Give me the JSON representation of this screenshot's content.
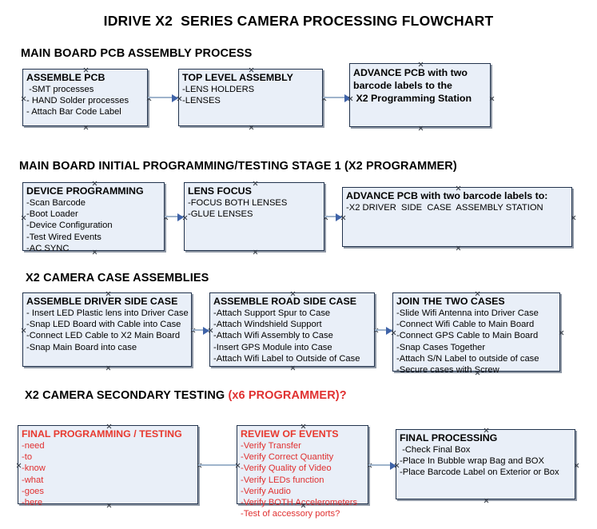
{
  "document": {
    "title": "IDRIVE X2  SERIES CAMERA PROCESSING FLOWCHART"
  },
  "sections": [
    {
      "heading": "MAIN BOARD PCB ASSEMBLY PROCESS",
      "heading_accent": "",
      "boxes": [
        {
          "title": "ASSEMBLE PCB",
          "lines": [
            " -SMT processes",
            "- HAND Solder processes",
            "- Attach Bar Code Label"
          ],
          "color": "black"
        },
        {
          "title": "TOP LEVEL ASSEMBLY",
          "lines": [
            "-LENS HOLDERS",
            "-LENSES"
          ],
          "color": "black"
        },
        {
          "title": "ADVANCE PCB with two",
          "title2": "barcode labels to the",
          "title3": " X2 Programming Station",
          "lines": [],
          "color": "black"
        }
      ]
    },
    {
      "heading": "MAIN BOARD INITIAL PROGRAMMING/TESTING STAGE 1 (X2 PROGRAMMER)",
      "heading_accent": "",
      "boxes": [
        {
          "title": "DEVICE PROGRAMMING",
          "lines": [
            "-Scan Barcode",
            "-Boot Loader",
            "-Device Configuration",
            "-Test Wired Events",
            "-AC SYNC"
          ],
          "color": "black"
        },
        {
          "title": "LENS FOCUS",
          "lines": [
            "-FOCUS BOTH LENSES",
            "-GLUE LENSES"
          ],
          "color": "black"
        },
        {
          "title": "ADVANCE PCB with two barcode labels to:",
          "lines": [
            "-X2 DRIVER  SIDE  CASE  ASSEMBLY STATION"
          ],
          "color": "black"
        }
      ]
    },
    {
      "heading": "X2 CAMERA CASE ASSEMBLIES",
      "heading_accent": "",
      "boxes": [
        {
          "title": "ASSEMBLE DRIVER SIDE CASE",
          "lines": [
            "- Insert LED Plastic lens into Driver Case",
            "-Snap LED Board with Cable into Case",
            "-Connect LED Cable to X2 Main Board",
            "-Snap Main Board into case"
          ],
          "color": "black"
        },
        {
          "title": "ASSEMBLE ROAD SIDE CASE",
          "lines": [
            "-Attach Support Spur to Case",
            "-Attach Windshield Support",
            "-Attach Wifi Assembly to Case",
            "-Insert GPS Module into Case",
            "-Attach Wifi Label to Outside of Case"
          ],
          "color": "black"
        },
        {
          "title": "JOIN THE TWO CASES",
          "lines": [
            "-Slide Wifi Antenna into Driver Case",
            "-Connect Wifi Cable to Main Board",
            "-Connect GPS Cable to Main Board",
            "-Snap Cases Together",
            "-Attach S/N Label to outside of case",
            "-Secure cases with Screw"
          ],
          "color": "black"
        }
      ]
    },
    {
      "heading": "X2 CAMERA SECONDARY TESTING ",
      "heading_accent": "(x6 PROGRAMMER)?",
      "boxes": [
        {
          "title": "FINAL PROGRAMMING / TESTING",
          "lines": [
            "-need",
            "-to",
            "-know",
            "-what",
            "-goes",
            "-here"
          ],
          "color": "red"
        },
        {
          "title": "REVIEW OF EVENTS",
          "lines": [
            "-Verify Transfer",
            "-Verify Correct Quantity",
            "-Verify Quality of Video",
            "-Verify LEDs function",
            "-Verify Audio",
            "-Verify BOTH Accelerometers",
            "-Test of accessory ports?"
          ],
          "color": "red"
        },
        {
          "title": "FINAL PROCESSING",
          "lines": [
            " -Check Final Box",
            "-Place In Bubble wrap Bag and BOX",
            "-Place Barcode Label on Exterior or Box"
          ],
          "color": "black"
        }
      ]
    }
  ],
  "colors": {
    "box_fill": "#e9eff8",
    "box_border": "#22334d",
    "accent_red": "#e03030",
    "connector": "#9fb4cc",
    "arrow": "#3f63a8",
    "text": "#000000"
  }
}
